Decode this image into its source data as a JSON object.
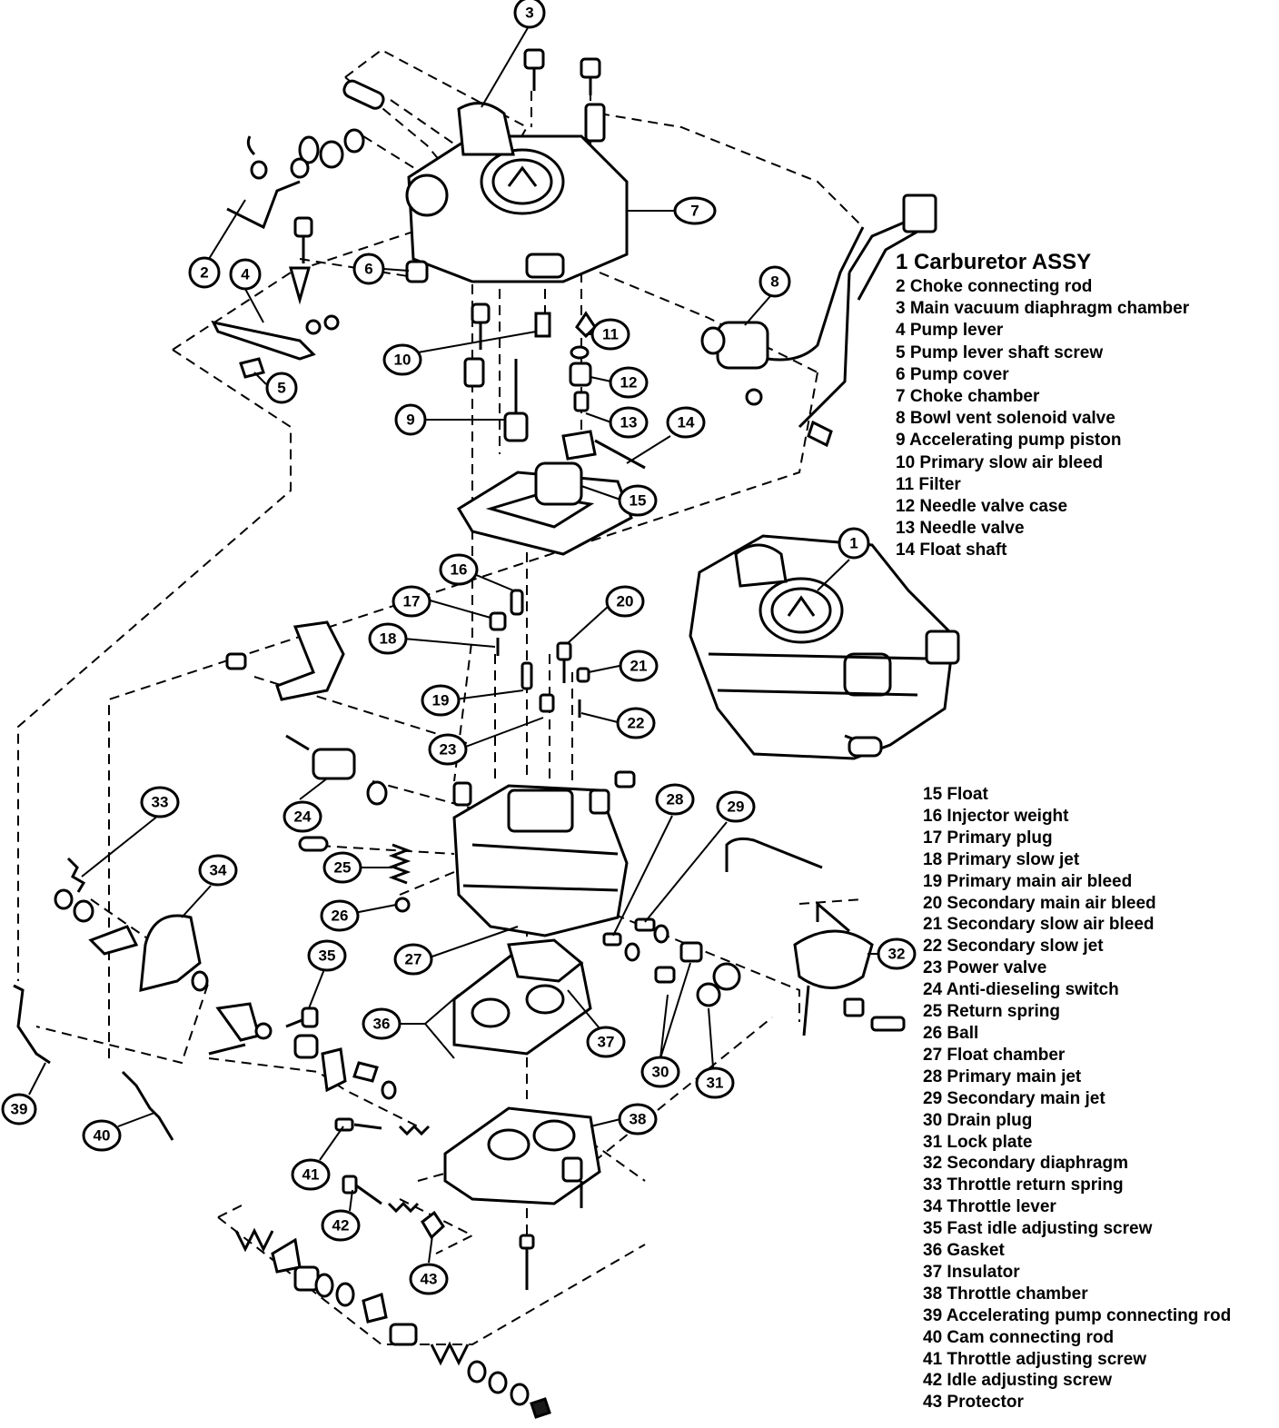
{
  "callouts": [
    {
      "label": "1"
    },
    {
      "label": "2"
    },
    {
      "label": "3"
    },
    {
      "label": "4"
    },
    {
      "label": "5"
    },
    {
      "label": "6"
    },
    {
      "label": "7"
    },
    {
      "label": "8"
    },
    {
      "label": "9"
    },
    {
      "label": "10"
    },
    {
      "label": "11"
    },
    {
      "label": "12"
    },
    {
      "label": "13"
    },
    {
      "label": "14"
    },
    {
      "label": "15"
    },
    {
      "label": "16"
    },
    {
      "label": "17"
    },
    {
      "label": "18"
    },
    {
      "label": "19"
    },
    {
      "label": "20"
    },
    {
      "label": "21"
    },
    {
      "label": "22"
    },
    {
      "label": "23"
    },
    {
      "label": "24"
    },
    {
      "label": "25"
    },
    {
      "label": "26"
    },
    {
      "label": "27"
    },
    {
      "label": "28"
    },
    {
      "label": "29"
    },
    {
      "label": "30"
    },
    {
      "label": "31"
    },
    {
      "label": "32"
    },
    {
      "label": "33"
    },
    {
      "label": "34"
    },
    {
      "label": "35"
    },
    {
      "label": "36"
    },
    {
      "label": "37"
    },
    {
      "label": "38"
    },
    {
      "label": "39"
    },
    {
      "label": "40"
    },
    {
      "label": "41"
    },
    {
      "label": "42"
    },
    {
      "label": "43"
    }
  ],
  "legend_a": [
    "1 Carburetor ASSY",
    "2 Choke connecting rod",
    "3 Main vacuum diaphragm chamber",
    "4 Pump lever",
    "5 Pump lever shaft screw",
    "6 Pump cover",
    "7 Choke chamber",
    "8 Bowl vent solenoid valve",
    "9 Accelerating pump piston",
    "10 Primary slow air bleed",
    "11 Filter",
    "12 Needle valve case",
    "13 Needle valve",
    "14 Float shaft"
  ],
  "legend_b": [
    "15 Float",
    "16 Injector weight",
    "17 Primary plug",
    "18 Primary slow jet",
    "19 Primary main air bleed",
    "20 Secondary main air bleed",
    "21 Secondary slow air bleed",
    "22 Secondary slow jet",
    "23 Power valve",
    "24 Anti-dieseling switch",
    "25 Return spring",
    "26 Ball",
    "27 Float chamber",
    "28 Primary main jet",
    "29 Secondary main jet",
    "30 Drain plug",
    "31 Lock plate",
    "32 Secondary diaphragm",
    "33 Throttle return spring",
    "34 Throttle lever",
    "35 Fast idle adjusting screw",
    "36 Gasket",
    "37 Insulator",
    "38 Throttle chamber",
    "39 Accelerating pump connecting rod",
    "40 Cam connecting rod",
    "41 Throttle adjusting screw",
    "42 Idle adjusting screw",
    "43 Protector"
  ]
}
